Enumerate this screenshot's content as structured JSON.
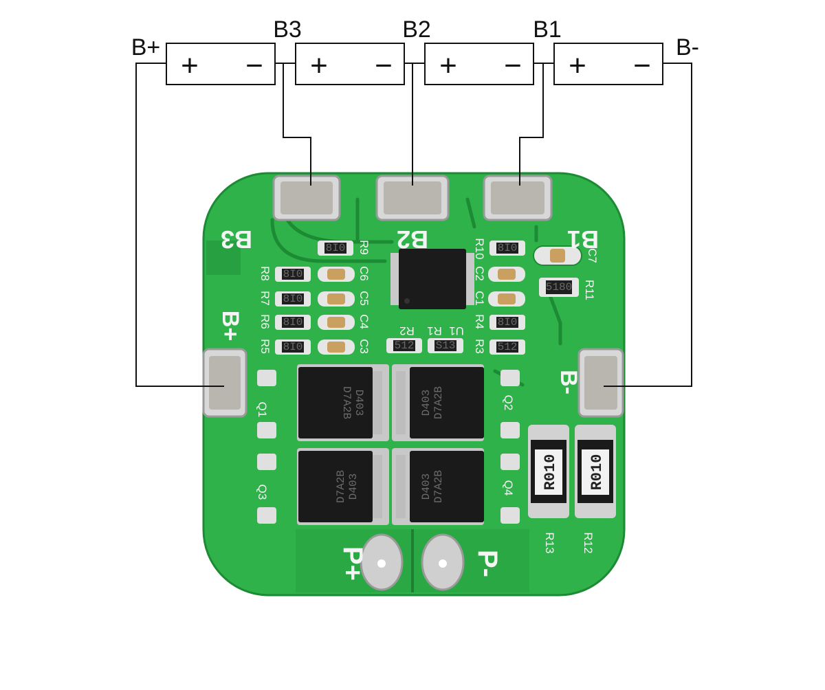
{
  "wiring": {
    "labels": {
      "b_plus": "B+",
      "b3": "B3",
      "b2": "B2",
      "b1": "B1",
      "b_minus": "B-"
    },
    "cell_signs": {
      "plus": "+",
      "minus": "−"
    }
  },
  "board": {
    "pads": {
      "b3": "B3",
      "b2": "B2",
      "b1": "B1",
      "b_plus": "B+",
      "b_minus": "B-",
      "p_plus": "P+",
      "p_minus": "P-"
    },
    "refs": {
      "r9": "R9",
      "c6": "C6",
      "r8": "R8",
      "r7": "R7",
      "c5": "C5",
      "r6": "R6",
      "c4": "C4",
      "r5": "R5",
      "c3": "C3",
      "r10": "R10",
      "c2": "C2",
      "c1": "C1",
      "r4": "R4",
      "r3": "R3",
      "r2": "R2",
      "r1": "R1",
      "u1": "U1",
      "c7": "C7",
      "r11": "R11",
      "q1": "Q1",
      "q2": "Q2",
      "q3": "Q3",
      "q4": "Q4",
      "r13": "R13",
      "r12": "R12"
    },
    "markings": {
      "res_small": "8I0",
      "res_512": "512",
      "res_513": "S13",
      "r11_mark": "5180",
      "mosfet_top": "D403",
      "mosfet_bot": "D7A2B",
      "shunt": "R010"
    }
  }
}
